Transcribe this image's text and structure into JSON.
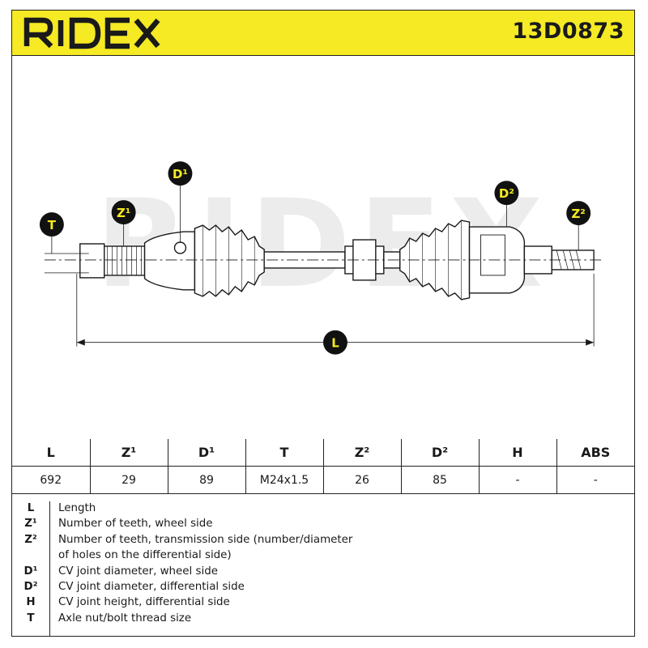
{
  "brand": "RIDEX",
  "part_number": "13D0873",
  "watermark": "RIDEX",
  "callouts": {
    "T": "T",
    "Z1": "Z¹",
    "D1": "D¹",
    "D2": "D²",
    "Z2": "Z²",
    "L": "L"
  },
  "table": {
    "headers": [
      "L",
      "Z¹",
      "D¹",
      "T",
      "Z²",
      "D²",
      "H",
      "ABS"
    ],
    "values": [
      "692",
      "29",
      "89",
      "M24x1.5",
      "26",
      "85",
      "-",
      "-"
    ]
  },
  "legend": [
    {
      "key": "L",
      "text": "Length"
    },
    {
      "key": "Z¹",
      "text": "Number of teeth, wheel side"
    },
    {
      "key": "Z²",
      "text": "Number of teeth, transmission side (number/diameter"
    },
    {
      "key": "",
      "text": "of holes on the differential side)"
    },
    {
      "key": "D¹",
      "text": "CV joint diameter, wheel side"
    },
    {
      "key": "D²",
      "text": "CV joint diameter, differential side"
    },
    {
      "key": "H",
      "text": "CV joint height, differential side"
    },
    {
      "key": "T",
      "text": "Axle nut/bolt thread size"
    }
  ],
  "colors": {
    "header_bg": "#f5ea23",
    "ink": "#1a1a1a",
    "callout_bg": "#111111",
    "callout_text": "#f5ea23",
    "watermark": "#ececec"
  }
}
